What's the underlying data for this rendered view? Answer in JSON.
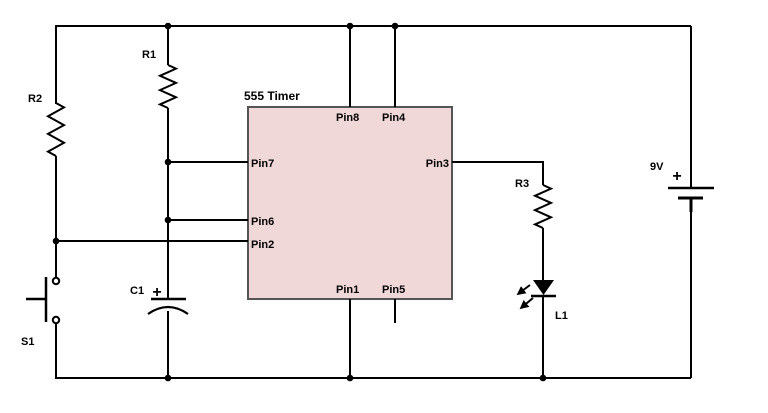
{
  "diagram": {
    "type": "circuit-schematic",
    "ic": {
      "label": "555 Timer",
      "pins": {
        "p1": "Pin1",
        "p2": "Pin2",
        "p3": "Pin3",
        "p4": "Pin4",
        "p5": "Pin5",
        "p6": "Pin6",
        "p7": "Pin7",
        "p8": "Pin8"
      }
    },
    "components": {
      "r1": {
        "label": "R1"
      },
      "r2": {
        "label": "R2"
      },
      "r3": {
        "label": "R3"
      },
      "c1": {
        "label": "C1",
        "polarity": "+"
      },
      "s1": {
        "label": "S1"
      },
      "l1": {
        "label": "L1"
      },
      "battery": {
        "label": "9V",
        "polarity": "+"
      }
    },
    "colors": {
      "wire": "#000000",
      "ic_fill": "#f1d8d8",
      "ic_border": "#555555",
      "label_text": "#000000",
      "background": "#ffffff"
    }
  }
}
